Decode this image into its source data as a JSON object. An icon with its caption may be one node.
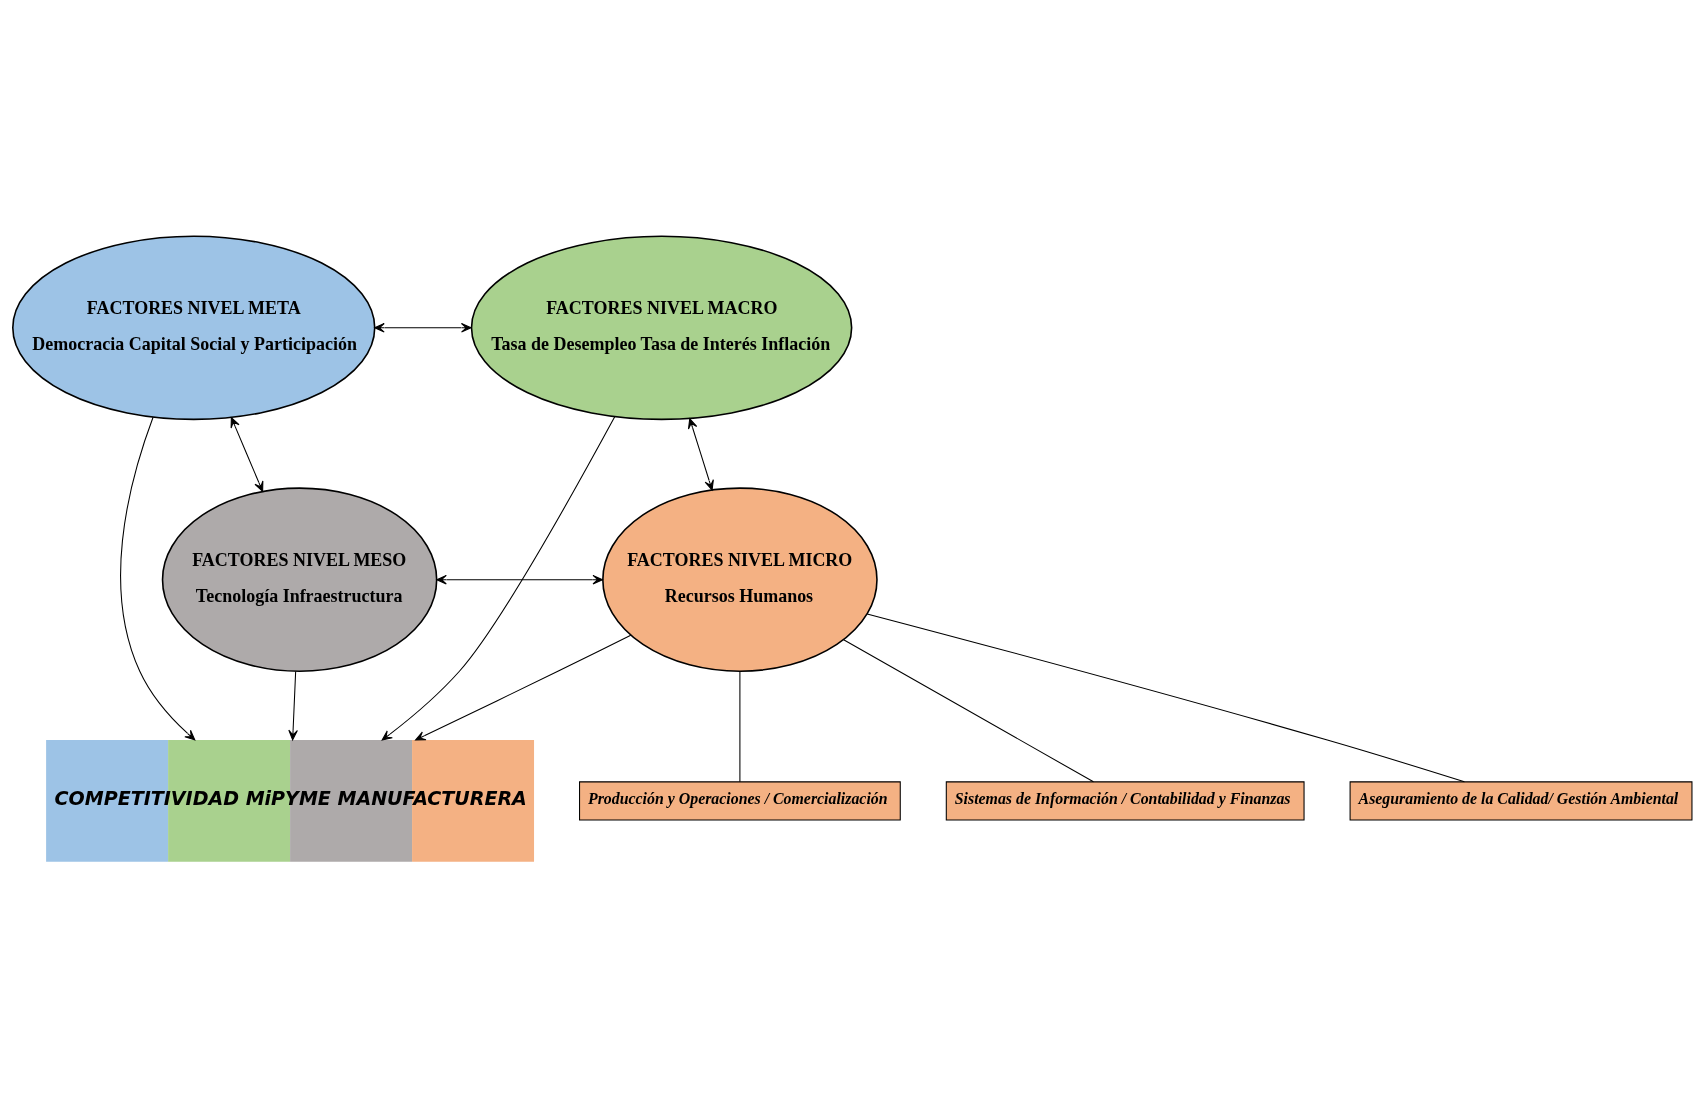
{
  "diagram": {
    "nodes": [
      {
        "text": [
          "FACTORES NIVEL META",
          "Democracia Capital Social y Participación"
        ]
      },
      {
        "text": [
          "FACTORES NIVEL MACRO",
          "Tasa de Desempleo Tasa de Interés Inflación"
        ]
      },
      {
        "text": [
          "COMPETITIVIDAD MiPYME MANUFACTURERA"
        ]
      },
      {
        "text": [
          "FACTORES NIVEL MESO",
          "Tecnología Infraestructura"
        ]
      },
      {
        "text": [
          "FACTORES NIVEL MICRO",
          "Recursos Humanos"
        ]
      },
      {
        "text": [
          "Producción y Operaciones / Comercialización"
        ]
      },
      {
        "text": [
          "Sistemas de Información / Contabilidad y Finanzas"
        ]
      },
      {
        "text": [
          "Aseguramiento de la Calidad/ Gestión Ambiental"
        ]
      }
    ],
    "edges": [
      {
        "from": 0,
        "to": 1,
        "arrow": "both"
      },
      {
        "from": 0,
        "to": 2,
        "arrow": "to"
      },
      {
        "from": 1,
        "to": 2,
        "arrow": "to"
      },
      {
        "from": 0,
        "to": 3,
        "arrow": "both"
      },
      {
        "from": 1,
        "to": 4,
        "arrow": "both"
      },
      {
        "from": 3,
        "to": 2,
        "arrow": "to"
      },
      {
        "from": 4,
        "to": 2,
        "arrow": "to"
      },
      {
        "from": 3,
        "to": 4,
        "arrow": "both"
      },
      {
        "from": 4,
        "to": 5,
        "arrow": "none"
      },
      {
        "from": 4,
        "to": 6,
        "arrow": "none"
      },
      {
        "from": 4,
        "to": 7,
        "arrow": "none"
      }
    ]
  }
}
